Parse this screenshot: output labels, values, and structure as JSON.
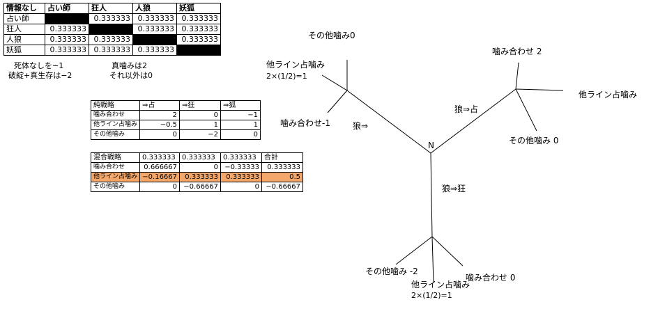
{
  "payoff_table": {
    "header": [
      "情報なし",
      "占い師",
      "狂人",
      "人狼",
      "妖狐"
    ],
    "rows": [
      {
        "label": "占い師",
        "cells": [
          "",
          "0.333333",
          "0.333333",
          "0.333333"
        ]
      },
      {
        "label": "狂人",
        "cells": [
          "0.333333",
          "",
          "0.333333",
          "0.333333"
        ]
      },
      {
        "label": "人狼",
        "cells": [
          "0.333333",
          "0.333333",
          "",
          "0.333333"
        ]
      },
      {
        "label": "妖狐",
        "cells": [
          "0.333333",
          "0.333333",
          "0.333333",
          ""
        ]
      }
    ]
  },
  "notes": {
    "left1": "死体なしを−1",
    "left2": "破綻+真生存は−2",
    "right1": "真噛みは2",
    "right2": "それ以外は0"
  },
  "pure_strategy": {
    "header": [
      "純戦略",
      "⇒占",
      "⇒狂",
      "⇒狐"
    ],
    "rows": [
      {
        "label": "噛み合わせ",
        "cells": [
          "2",
          "0",
          "−1"
        ]
      },
      {
        "label": "他ライン占噛み",
        "cells": [
          "−0.5",
          "1",
          "1"
        ]
      },
      {
        "label": "その他噛み",
        "cells": [
          "0",
          "−2",
          "0"
        ]
      }
    ]
  },
  "mixed_strategy": {
    "header": [
      "混合戦略",
      "0.333333",
      "0.333333",
      "0.333333",
      "合計"
    ],
    "rows": [
      {
        "label": "噛み合わせ",
        "cells": [
          "0.666667",
          "0",
          "−0.33333",
          "0.333333"
        ]
      },
      {
        "label": "他ライン占噛み",
        "cells": [
          "−0.16667",
          "0.333333",
          "0.333333",
          "0.5"
        ],
        "highlight": "#f4a76a"
      },
      {
        "label": "その他噛み",
        "cells": [
          "0",
          "−0.66667",
          "0",
          "−0.66667"
        ]
      }
    ]
  },
  "tree": {
    "root": "N",
    "branch_left": "狼⇒",
    "branch_right": "狼⇒占",
    "branch_bottom": "狼⇒狂",
    "left_other": "その他噛み0",
    "left_line": "他ライン占噛み",
    "left_line_formula": "2×(1/2)=1",
    "left_match": "噛み合わせ-1",
    "right_match": "噛み合わせ 2",
    "right_line": "他ライン占噛み",
    "right_other": "その他噛み 0",
    "bottom_other": "その他噛み -2",
    "bottom_line": "他ライン占噛み",
    "bottom_line_formula": "2×(1/2)=1",
    "bottom_match": "噛み合わせ 0"
  }
}
